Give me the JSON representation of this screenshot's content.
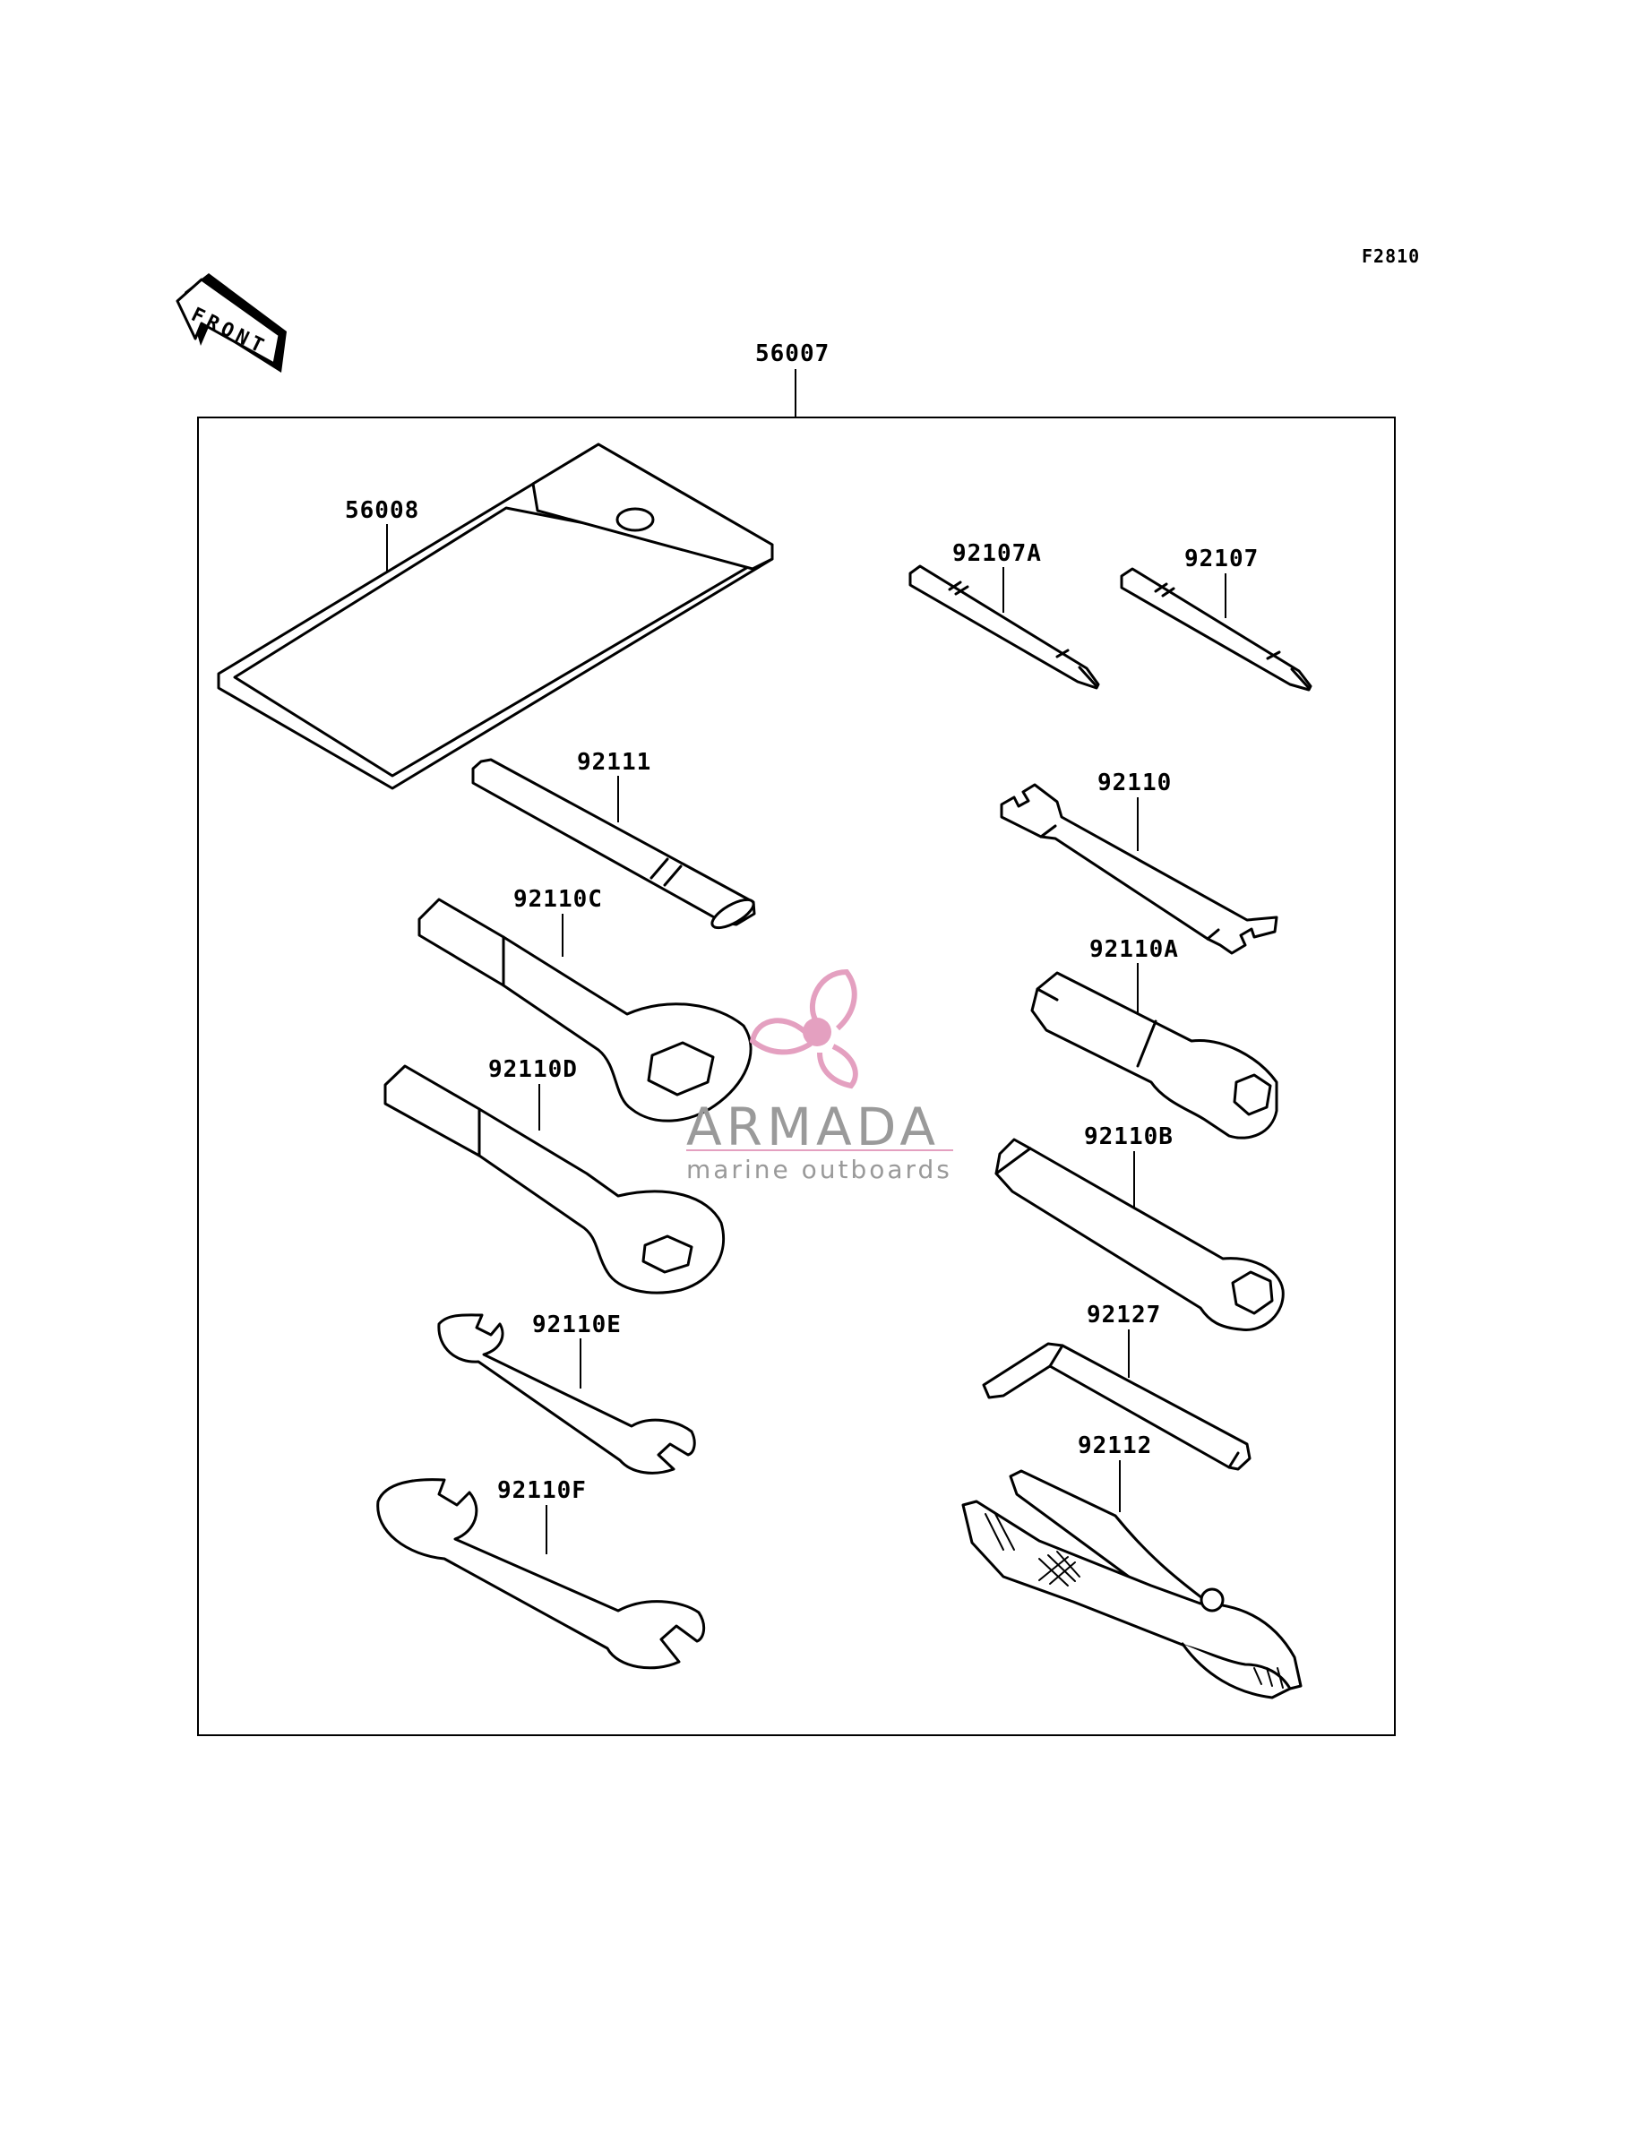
{
  "figure_code": "F2810",
  "front_arrow_text": "FRONT",
  "assembly": {
    "part_number": "56007"
  },
  "parts": [
    {
      "part_number": "56008",
      "tool": "tool-bag"
    },
    {
      "part_number": "92107A",
      "tool": "screwdriver-bit"
    },
    {
      "part_number": "92107",
      "tool": "screwdriver-bit"
    },
    {
      "part_number": "92111",
      "tool": "handle-bar"
    },
    {
      "part_number": "92110",
      "tool": "screwdriver-handle"
    },
    {
      "part_number": "92110C",
      "tool": "box-wrench"
    },
    {
      "part_number": "92110A",
      "tool": "plug-socket-wrench"
    },
    {
      "part_number": "92110D",
      "tool": "box-wrench"
    },
    {
      "part_number": "92110B",
      "tool": "socket-wrench"
    },
    {
      "part_number": "92110E",
      "tool": "open-end-wrench"
    },
    {
      "part_number": "92127",
      "tool": "hex-key"
    },
    {
      "part_number": "92112",
      "tool": "pliers"
    },
    {
      "part_number": "92110F",
      "tool": "open-end-wrench"
    }
  ],
  "watermark": {
    "title": "ARMADA",
    "subtitle": "marine outboards",
    "logo_icon": "propeller-icon",
    "accent_color": "#e4a0c0",
    "text_color": "#9a9a9a"
  }
}
